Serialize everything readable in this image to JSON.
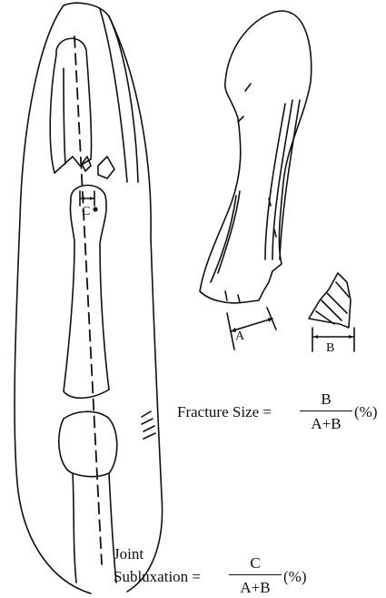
{
  "labels": {
    "point_c": "C",
    "width_a": "A",
    "width_b": "B"
  },
  "formulas": {
    "fracture_size": {
      "label": "Fracture Size =",
      "numerator": "B",
      "denominator": "A+B",
      "unit": "(%)"
    },
    "joint_subluxation": {
      "label_line1": "Joint",
      "label_line2": "Subluxation =",
      "numerator": "C",
      "denominator": "A+B",
      "unit": "(%)"
    }
  },
  "colors": {
    "ink": "#111111",
    "background": "#ffffff"
  }
}
